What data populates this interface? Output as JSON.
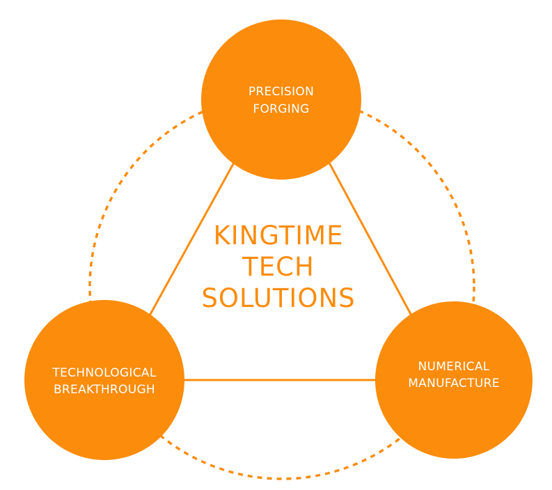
{
  "colors": {
    "accent": "#FB8C0C",
    "label_text": "#FFFFFF",
    "background": "#FFFFFF"
  },
  "center": {
    "line1": "KINGTIME",
    "line2": "TECH",
    "line3": "SOLUTIONS"
  },
  "nodes": {
    "top": {
      "line1": "PRECISION",
      "line2": "FORGING"
    },
    "left": {
      "line1": "TECHNOLOGICAL",
      "line2": "BREAKTHROUGH"
    },
    "right": {
      "line1": "NUMERICAL",
      "line2": "MANUFACTURE"
    }
  }
}
